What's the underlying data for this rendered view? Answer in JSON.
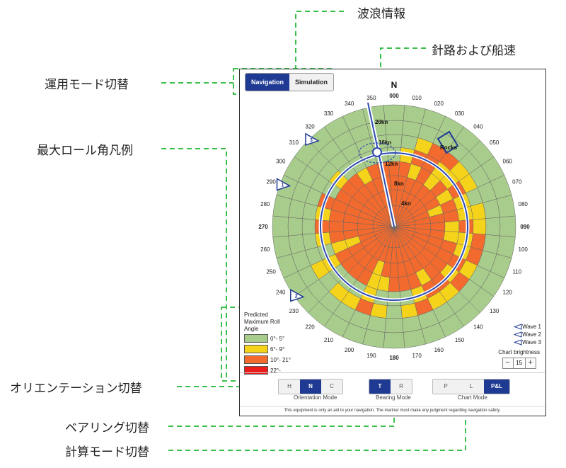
{
  "callouts": {
    "wave_info": "波浪情報",
    "course_speed": "針路および船速",
    "mode_switch": "運用モード切替",
    "roll_legend": "最大ロール角凡例",
    "orientation_switch": "オリエンテーション切替",
    "bearing_switch": "ベアリング切替",
    "calc_mode_switch": "計算モード切替"
  },
  "mode": {
    "navigation": "Navigation",
    "simulation": "Simulation",
    "selected": "Navigation"
  },
  "chart": {
    "north": "N",
    "bearings": [
      "000",
      "010",
      "020",
      "030",
      "040",
      "050",
      "060",
      "070",
      "080",
      "090",
      "100",
      "110",
      "120",
      "130",
      "140",
      "150",
      "160",
      "170",
      "180",
      "190",
      "200",
      "210",
      "220",
      "230",
      "240",
      "250",
      "260",
      "270",
      "280",
      "290",
      "300",
      "310",
      "320",
      "330",
      "340",
      "350"
    ],
    "speed_labels": [
      "4kn",
      "8kn",
      "12kn",
      "16kn",
      "20kn"
    ],
    "rocks_label": "Rocks",
    "wave_markers": [
      "1",
      "2",
      "3"
    ]
  },
  "legend": {
    "title": "Predicted Maximum Roll Angle",
    "items": [
      {
        "label": "0°- 5°",
        "color": "#a8cc8c"
      },
      {
        "label": "6°- 9°",
        "color": "#f5d31a"
      },
      {
        "label": "10°- 21°",
        "color": "#f26a2e"
      },
      {
        "label": "22°-",
        "color": "#ee1b1b"
      }
    ]
  },
  "waves_legend": [
    "Wave 1",
    "Wave 2",
    "Wave 3"
  ],
  "brightness": {
    "label": "Chart brightness",
    "value": "15",
    "minus": "−",
    "plus": "+"
  },
  "orientation": {
    "label": "Orientation Mode",
    "buttons": [
      "H",
      "N",
      "C"
    ],
    "selected": 1
  },
  "bearing": {
    "label": "Bearing Mode",
    "buttons": [
      "T",
      "R"
    ],
    "selected": 0
  },
  "chart_mode": {
    "label": "Chart Mode",
    "buttons": [
      "P",
      "L",
      "P&L"
    ],
    "selected": 2
  },
  "disclaimer": "This equipment is only an aid to your navigation. The mariner must make any judgment regarding navigation safety.",
  "colors": {
    "accent": "#1f3a93",
    "callout_line": "#3cbf4a",
    "green": "#a8cc8c",
    "yellow": "#f5d31a",
    "orange": "#f26a2e",
    "red": "#ee1b1b"
  }
}
